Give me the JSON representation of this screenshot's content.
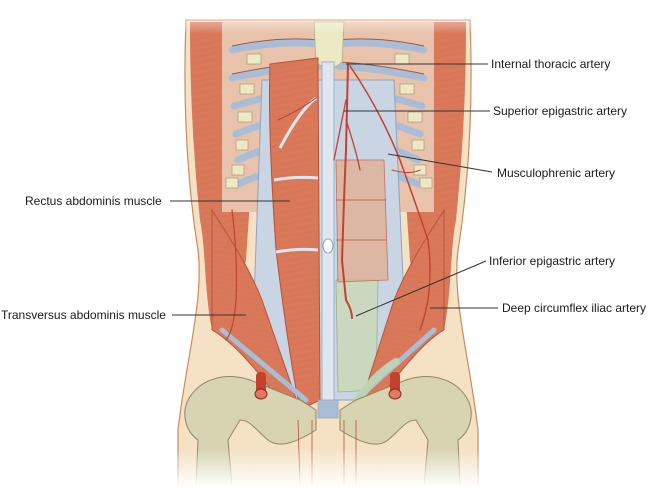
{
  "figure": {
    "type": "anatomical-illustration",
    "subject": "Anterior abdominal wall: rectus abdominis and transversus abdominis muscles with arterial supply",
    "colors": {
      "muscle": "#d9795a",
      "muscle_dark": "#b8523a",
      "fascia": "#c9d5e3",
      "bone": "#d8d3b0",
      "cartilage": "#ece9c4",
      "skin": "#f5e1c4",
      "artery": "#c2412f",
      "peritoneum": "#c9d8bf",
      "leader": "#333333"
    }
  },
  "labels": {
    "internal_thoracic_artery": "Internal thoracic artery",
    "superior_epigastric_artery": "Superior epigastric artery",
    "musculophrenic_artery": "Musculophrenic artery",
    "rectus_abdominis_muscle": "Rectus abdominis muscle",
    "inferior_epigastric_artery": "Inferior epigastric artery",
    "transversus_abdominis_muscle": "Transversus abdominis muscle",
    "deep_circumflex_iliac_artery": "Deep circumflex iliac artery"
  }
}
